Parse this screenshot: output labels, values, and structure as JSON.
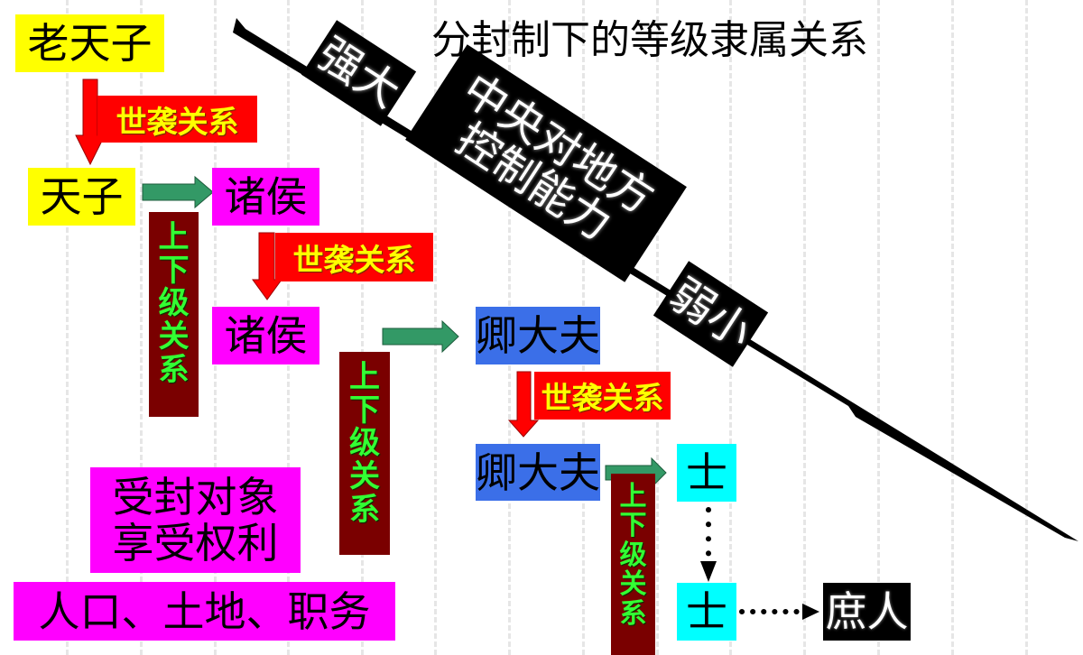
{
  "title": "分封制下的等级隶属关系",
  "nodes": {
    "old_tianzi": "老天子",
    "tianzi": "天子",
    "zhuhou_1": "诸侯",
    "zhuhou_2": "诸侯",
    "qingdafu_1": "卿大夫",
    "qingdafu_2": "卿大夫",
    "shi_1": "士",
    "shi_2": "士",
    "shuren": "庶人"
  },
  "relations": {
    "hereditary": "世袭关系",
    "hierarchy_chars": [
      "上",
      "下",
      "级",
      "关",
      "系"
    ]
  },
  "notes": {
    "enfeoffed_line1": "受封对象",
    "enfeoffed_line2": "享受权利",
    "rights": "人口、土地、职务"
  },
  "control": {
    "strong": "强大",
    "central_line1": "中央对地方",
    "central_line2": "控制能力",
    "weak": "弱小"
  },
  "colors": {
    "king": "#ffff00",
    "lord": "#ff00ff",
    "minister": "#3b6fe8",
    "scholar": "#00ffff",
    "commoner": "#000000",
    "hereditary_bg": "#ff0000",
    "hierarchy_bg": "#7a0000",
    "arrow_green": "#339966"
  }
}
